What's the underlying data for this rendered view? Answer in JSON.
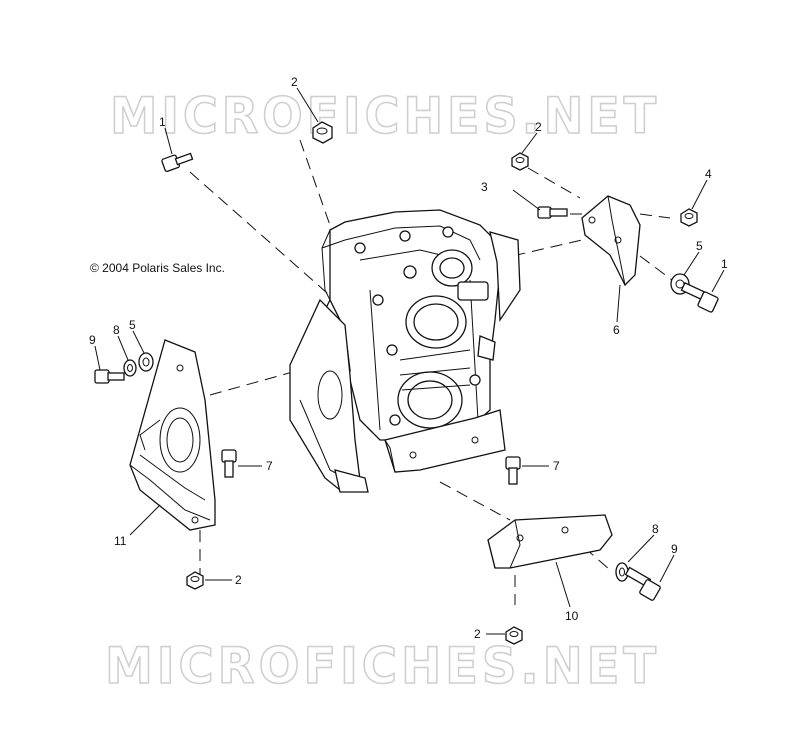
{
  "watermark": {
    "top": "MICROFICHES.NET",
    "bottom": "MICROFICHES.NET"
  },
  "copyright": "© 2004 Polaris Sales Inc.",
  "callouts": [
    "2",
    "1",
    "2",
    "3",
    "4",
    "5",
    "1",
    "6",
    "9",
    "8",
    "5",
    "7",
    "7",
    "11",
    "8",
    "9",
    "2",
    "10",
    "2"
  ]
}
